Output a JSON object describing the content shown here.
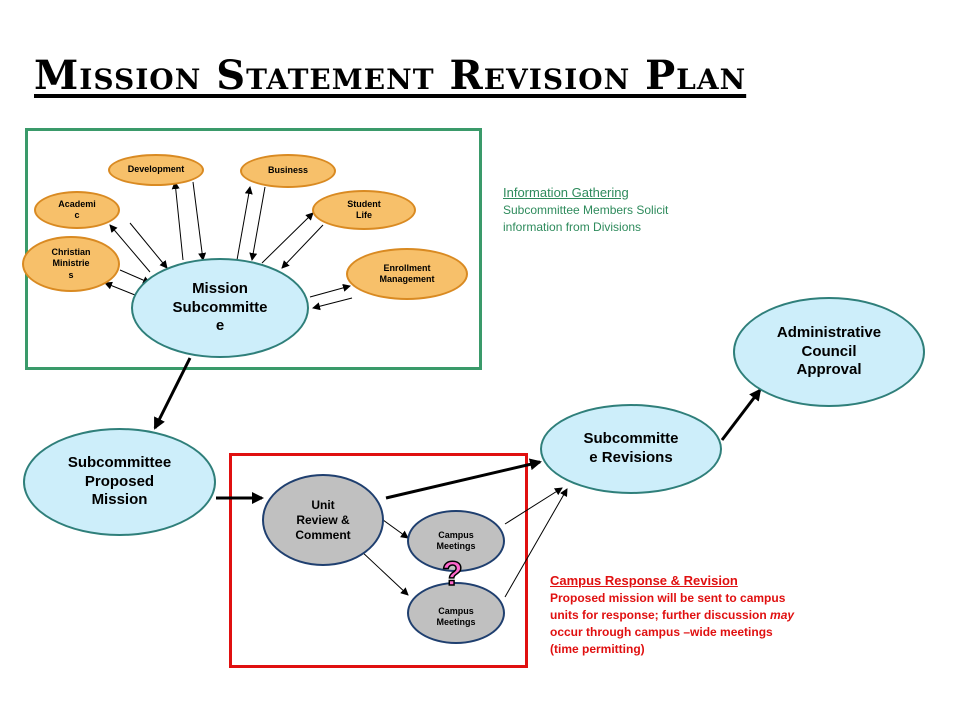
{
  "title": "Mission Statement Revision Plan",
  "nodes": {
    "development": "Development",
    "business": "Business",
    "academic": "Academi\nc",
    "student_life": "Student\nLife",
    "christian_ministries": "Christian\nMinistrie\ns",
    "enrollment_management": "Enrollment\nManagement",
    "mission_subcommittee": "Mission\nSubcommitte\ne",
    "administrative_council": "Administrative\nCouncil\nApproval",
    "subcommittee_revisions": "Subcommitte\ne Revisions",
    "subcommittee_proposed": "Subcommittee\nProposed\nMission",
    "unit_review": "Unit\nReview & \nComment",
    "campus_meetings_1": "Campus\nMeetings",
    "campus_meetings_2": "Campus\nMeetings"
  },
  "info_gathering": {
    "heading": "Information  Gathering",
    "body": "Subcommittee Members Solicit information from Divisions"
  },
  "campus_response": {
    "heading": "Campus  Response  & Revision",
    "body_before": "Proposed mission will be sent to campus units for response; further discussion ",
    "body_italic": "may",
    "body_after": " occur through campus –wide meetings (time permitting)"
  },
  "question_mark": "?",
  "colors": {
    "green_border": "#3a9a6a",
    "red_border": "#e01010",
    "orange_fill": "#f7c06a",
    "blue_fill": "#cdeefa",
    "gray_fill": "#c0c0c0",
    "question_mark": "#ff66cc"
  }
}
